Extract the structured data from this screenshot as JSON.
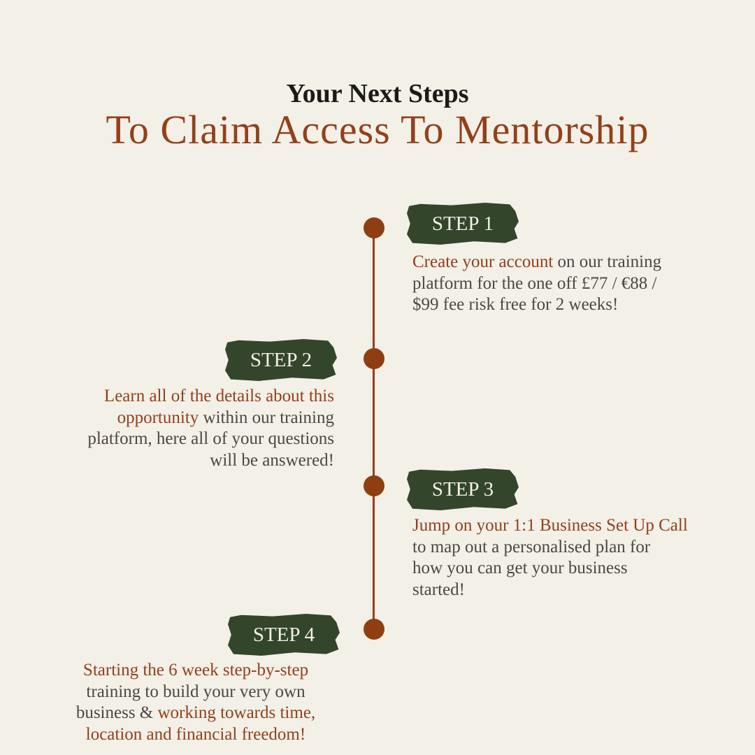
{
  "header": {
    "title": "Your Next Steps",
    "subtitle": "To Claim Access To Mentorship"
  },
  "colors": {
    "background": "#f3f0e7",
    "accent": "#93401a",
    "badge": "#33452b",
    "text": "#4f4545"
  },
  "steps": [
    {
      "label": "STEP 1",
      "lines": [
        [
          {
            "t": "Create your account",
            "a": true
          },
          {
            "t": " on our training",
            "a": false
          }
        ],
        [
          {
            "t": "platform for the one off £77 / €88 /",
            "a": false
          }
        ],
        [
          {
            "t": "$99 fee risk free for 2 weeks!",
            "a": false
          }
        ]
      ]
    },
    {
      "label": "STEP 2",
      "lines": [
        [
          {
            "t": "Learn all of the details about this",
            "a": true
          }
        ],
        [
          {
            "t": "opportunity",
            "a": true
          },
          {
            "t": " within our training",
            "a": false
          }
        ],
        [
          {
            "t": "platform, here all of your questions",
            "a": false
          }
        ],
        [
          {
            "t": "will be answered!",
            "a": false
          }
        ]
      ]
    },
    {
      "label": "STEP 3",
      "lines": [
        [
          {
            "t": "Jump on your 1:1 Business Set Up Call",
            "a": true
          }
        ],
        [
          {
            "t": "to map out a personalised plan for",
            "a": false
          }
        ],
        [
          {
            "t": "how you can get your business",
            "a": false
          }
        ],
        [
          {
            "t": "started!",
            "a": false
          }
        ]
      ]
    },
    {
      "label": "STEP 4",
      "lines": [
        [
          {
            "t": "Starting the 6 week step-by-step",
            "a": true
          }
        ],
        [
          {
            "t": "training to build your very own",
            "a": false
          }
        ],
        [
          {
            "t": "business & ",
            "a": false
          },
          {
            "t": "working towards time,",
            "a": true
          }
        ],
        [
          {
            "t": "location and financial freedom!",
            "a": true
          }
        ]
      ]
    }
  ]
}
